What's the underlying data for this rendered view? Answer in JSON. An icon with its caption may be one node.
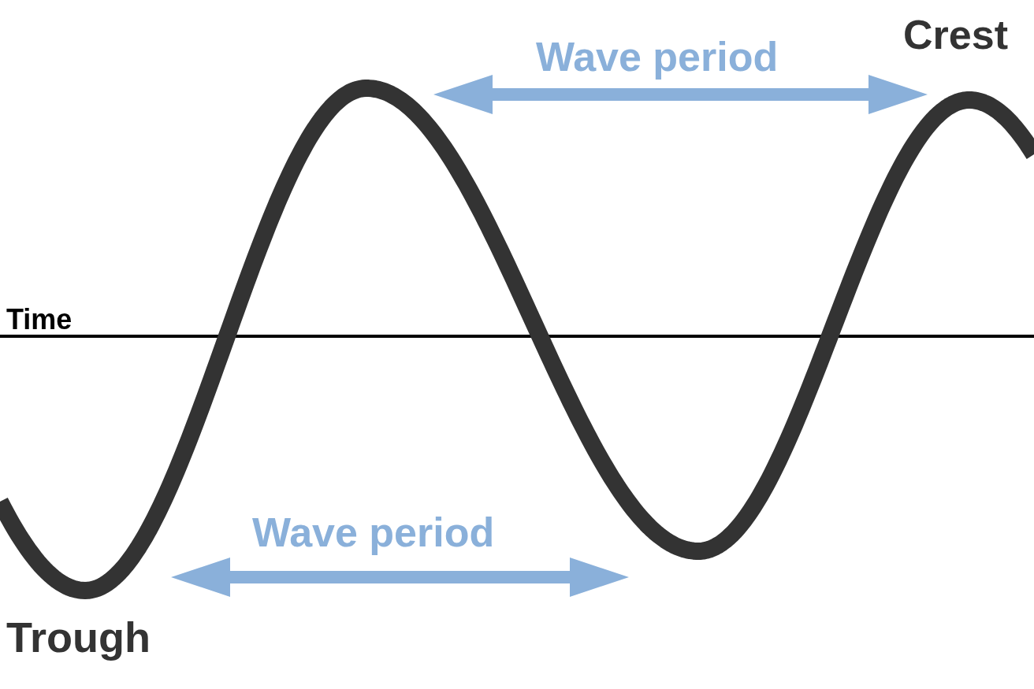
{
  "diagram": {
    "labels": [
      "Crest",
      "Wave period",
      "Time",
      "Wave period",
      "Trough"
    ]
  }
}
